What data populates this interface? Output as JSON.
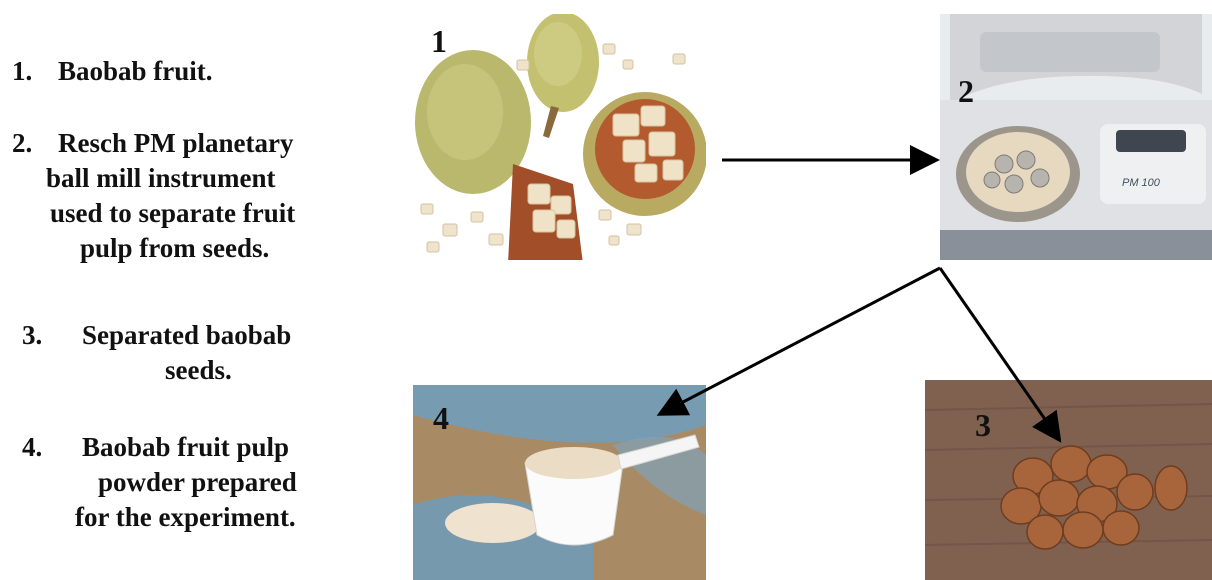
{
  "legend": {
    "items": [
      {
        "number": "1.",
        "lines": [
          "Baobab fruit."
        ]
      },
      {
        "number": "2.",
        "lines": [
          "Resch PM planetary",
          "ball mill instrument",
          "used to separate fruit",
          "pulp from seeds."
        ]
      },
      {
        "number": "3.",
        "lines": [
          "Separated baobab",
          "seeds."
        ]
      },
      {
        "number": "4.",
        "lines": [
          "Baobab fruit pulp",
          "powder prepared",
          "for the experiment."
        ]
      }
    ]
  },
  "panels": {
    "fruit": {
      "label": "1"
    },
    "mill": {
      "label": "2",
      "device_text": "PM 100"
    },
    "seeds": {
      "label": "3"
    },
    "powder": {
      "label": "4"
    }
  },
  "colors": {
    "arrow": "#000000",
    "fruit_shell": "#b7b468",
    "pulp": "#efe0c8",
    "mill_body": "#d9dadc",
    "seed": "#a8633a",
    "wood": "#7b5a44",
    "powder": "#eadccb",
    "blue_wood": "#5e93b6"
  }
}
